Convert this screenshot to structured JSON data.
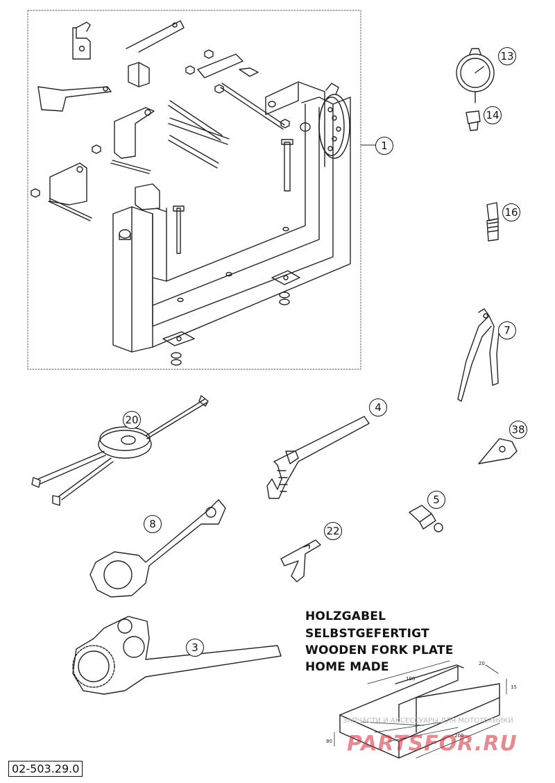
{
  "callouts": {
    "c1": "1",
    "c3": "3",
    "c4": "4",
    "c5": "5",
    "c7": "7",
    "c8": "8",
    "c13": "13",
    "c14": "14",
    "c16": "16",
    "c20": "20",
    "c22": "22",
    "c38": "38"
  },
  "notes": {
    "line1": "HOLZGABEL",
    "line2": "SELBSTGEFERTIGT",
    "line3": "WOODEN FORK PLATE",
    "line4": "HOME MADE"
  },
  "dimensions": {
    "d190": "190",
    "d20": "20",
    "d15": "15",
    "d200": "200",
    "d80": "80"
  },
  "reference_number": "02-503.29.0",
  "watermark": {
    "caption": "ЗАПЧАСТИ И АКСЕССУАРЫ ДЛЯ МОТОТЕХНИКИ",
    "brand": "PARTSFOR.RU",
    "brand_color": "#d32834"
  }
}
